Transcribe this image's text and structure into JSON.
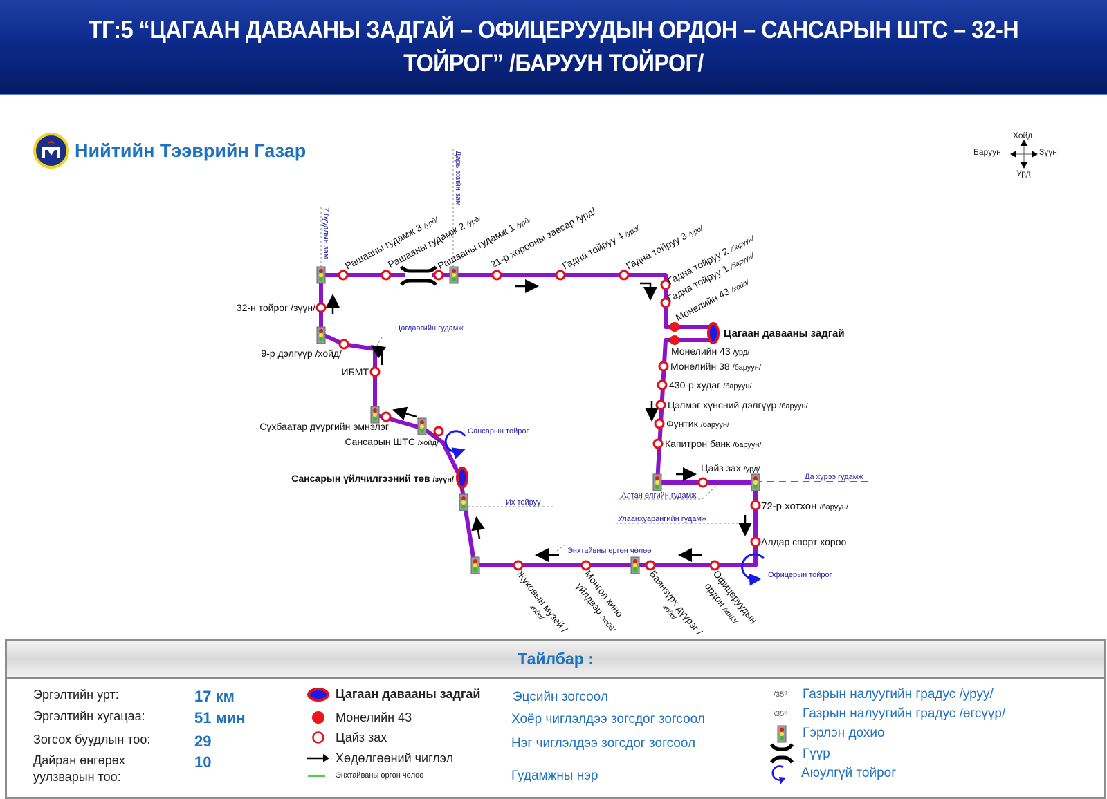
{
  "header": {
    "title": "ТГ:5 “ЦАГААН ДАВААНЫ ЗАДГАЙ – ОФИЦЕРУУДЫН ОРДОН – САНСАРЫН ШТС – 32-Н ТОЙРОГ” /БАРУУН ТОЙРОГ/"
  },
  "organization": {
    "name": "Нийтийн Тээврийн Газар",
    "logo_icon": "emblem-icon"
  },
  "compass": {
    "north": "Хойд",
    "south": "Урд",
    "west": "Баруун",
    "east": "Зүүн"
  },
  "colors": {
    "route_line": "#8a14c8",
    "stop_ring": "#e0101c",
    "terminal_fill": "#1a1ae8",
    "street_label": "#2626a8",
    "legend_accent": "#1f72be",
    "header_bg": "#0c2a8a"
  },
  "map": {
    "streets": {
      "s7": "7 буудлын зам",
      "dari": "Дарь эхийн зам",
      "tsagdaa": "Цагдаагийн гудамж",
      "sansar_circle": "Сансарын тойрог",
      "ikh": "Их тойруу",
      "enkh": "Энхтайвны өргөн чөлөө",
      "altan": "Алтан өлгийн гудамж",
      "ulaan": "Улаанхуарангийн гудамж",
      "da": "Да хүрээ гудамж",
      "officer_circle": "Офицерын  тойрог"
    },
    "stops": {
      "r3": {
        "name": "Рашааны гудамж 3",
        "dir": "/урд/"
      },
      "r2": {
        "name": "Рашааны гудамж 2",
        "dir": "/урд/"
      },
      "r1": {
        "name": "Рашааны гудамж 1",
        "dir": "/урд/"
      },
      "z21": {
        "name": "21-р хорооны завсар",
        "dir": "/урд/"
      },
      "g4": {
        "name": "Гадна тойруу 4",
        "dir": "/урд/"
      },
      "g3": {
        "name": "Гадна тойруу 3",
        "dir": "/урд/"
      },
      "g2": {
        "name": "Гадна тойруу 2",
        "dir": "/баруун/"
      },
      "g1": {
        "name": "Гадна тойруу 1",
        "dir": "/баруун/"
      },
      "m43n": {
        "name": "Монелийн 43",
        "dir": "/хойд/"
      },
      "terminal": {
        "name": "Цагаан давааны задгай",
        "dir": ""
      },
      "m43s": {
        "name": "Монелийн 43",
        "dir": "/урд/"
      },
      "m38": {
        "name": "Монелийн 38",
        "dir": "/баруун/"
      },
      "h430": {
        "name": "430-р худаг",
        "dir": "/баруун/"
      },
      "tselmeg": {
        "name": "Цэлмэг хүнсний дэлгүүр",
        "dir": "/баруун/"
      },
      "funtik": {
        "name": "Фунтик",
        "dir": "/баруун/"
      },
      "kapitron": {
        "name": "Капитрон банк",
        "dir": "/баруун/"
      },
      "tsaiz": {
        "name": "Цайз зах",
        "dir": "/урд/"
      },
      "h72": {
        "name": "72-р хотхон",
        "dir": "/баруун/"
      },
      "aldar": {
        "name": "Алдар спорт хороо",
        "dir": ""
      },
      "officer": {
        "name1": "Офицеруудын",
        "name2": "ордон",
        "dir": "/хойд/"
      },
      "bayanzurkh": {
        "name1": "Баянзүрх дүүрэг /",
        "dir": "хойд/"
      },
      "mongol_kino": {
        "name1": "Монгол кино",
        "name2": "үйлдвэр",
        "dir": "/хойд/"
      },
      "zhukov": {
        "name1": "Жуковын музей /",
        "dir": "хойд/"
      },
      "sansar_tov": {
        "name": "Сансарын үйлчилгээний төв",
        "dir": "/зүүн/"
      },
      "sansar_shts": {
        "name": "Сансарын ШТС",
        "dir": "/хойд/"
      },
      "sukhbaatar": {
        "name": "Сүхбаатар дүүргийн эмнэлэг",
        "dir": ""
      },
      "ibmt": {
        "name": "ИБМТ",
        "dir": ""
      },
      "d9": {
        "name": "9-р дэлгүүр /хойд/",
        "dir": ""
      },
      "t32": {
        "name": "32-н тойрог /зүүн/",
        "dir": ""
      }
    }
  },
  "legend": {
    "title": "Тайлбар :",
    "stats": [
      {
        "label": "Эргэлтийн урт:",
        "value": "17 км"
      },
      {
        "label": "Эргэлтийн хугацаа:",
        "value": "51 мин"
      },
      {
        "label": "Зогсох буудлын тоо:",
        "value": "29"
      },
      {
        "label": "Дайран өнгөрөх",
        "label2": "уулзварын тоо:",
        "value": "10"
      }
    ],
    "symbols": [
      {
        "icon": "terminal-stop-icon",
        "label": "Цагаан давааны задгай",
        "meaning": "Эцсийн зогсоол"
      },
      {
        "icon": "two-way-stop-icon",
        "label": "Монелийн 43",
        "meaning": "Хоёр чиглэлдээ зогсдог зогсоол"
      },
      {
        "icon": "one-way-stop-icon",
        "label": "Цайз зах",
        "meaning": "Нэг чиглэлдээ зогсдог зогсоол"
      },
      {
        "icon": "direction-arrow-icon",
        "label": "Хөдөлгөөний чиглэл",
        "meaning": ""
      },
      {
        "icon": "street-line-icon",
        "label": "Энхтайваны өргөн чөлөө",
        "meaning": "Гудамжны нэр"
      }
    ],
    "extra": [
      {
        "icon": "slope-down-icon",
        "glyph": "/35⁰",
        "label": "Газрын налуугийн градус /уруу/"
      },
      {
        "icon": "slope-up-icon",
        "glyph": "\\35⁰",
        "label": "Газрын налуугийн градус /өгсүүр/"
      },
      {
        "icon": "traffic-light-icon",
        "glyph": "",
        "label": "Гэрлэн дохио"
      },
      {
        "icon": "bridge-icon",
        "glyph": "",
        "label": "Гүүр"
      },
      {
        "icon": "roundabout-icon",
        "glyph": "",
        "label": "Аюулгүй тойрог"
      }
    ]
  }
}
